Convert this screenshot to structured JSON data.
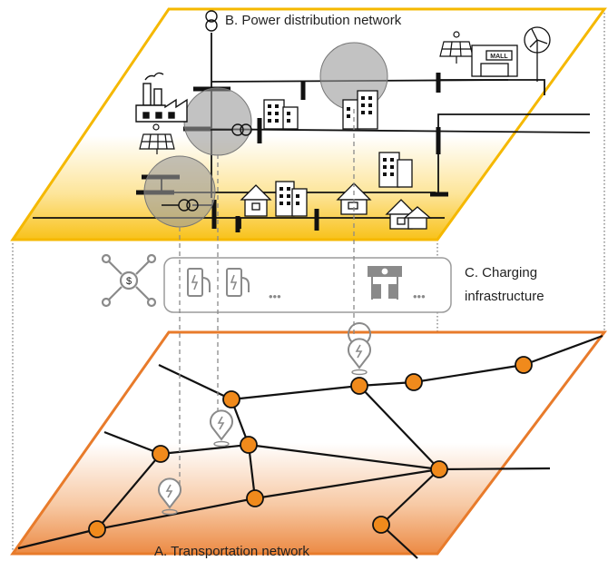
{
  "layers": {
    "power": {
      "label": "B. Power distribution network"
    },
    "charging": {
      "label_line1": "C. Charging",
      "label_line2": "infrastructure",
      "ellipsis": "•••"
    },
    "transport": {
      "label": "A. Transportation network"
    }
  },
  "icons": {
    "mall_sign": "MALL"
  },
  "colors": {
    "power_edge": "#f5b800",
    "transport_edge": "#e87b2b",
    "node_fill": "#f08a1c",
    "line": "#111111",
    "dashed": "#8a8a8a"
  }
}
